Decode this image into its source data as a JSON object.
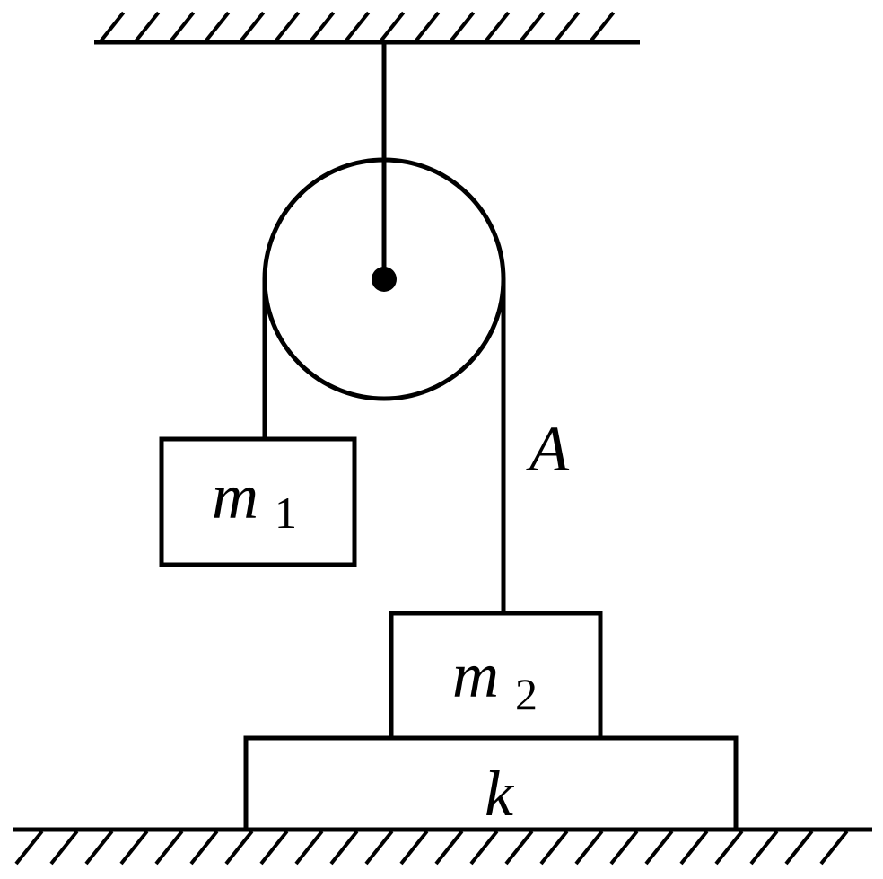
{
  "labels": {
    "mass1": {
      "symbol": "m",
      "subscript": "1"
    },
    "mass2": {
      "symbol": "m",
      "subscript": "2"
    },
    "point_a": "A",
    "spring": "k"
  },
  "colors": {
    "line": "#000000",
    "background": "#ffffff"
  }
}
